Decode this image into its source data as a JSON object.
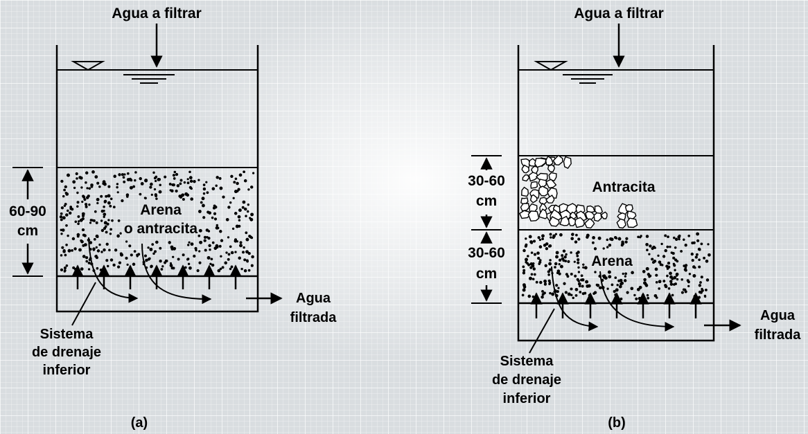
{
  "panel_a": {
    "inlet": "Agua a filtrar",
    "media": [
      "Arena",
      "o antracita"
    ],
    "depth": [
      "60-90",
      "cm"
    ],
    "underdrain": [
      "Sistema",
      "de drenaje",
      "inferior"
    ],
    "outlet": [
      "Agua",
      "filtrada"
    ],
    "caption": "(a)"
  },
  "panel_b": {
    "inlet": "Agua a filtrar",
    "anthracite": "Antracita",
    "sand": "Arena",
    "depth_top": [
      "30-60",
      "cm"
    ],
    "depth_bottom": [
      "30-60",
      "cm"
    ],
    "underdrain": [
      "Sistema",
      "de drenaje",
      "inferior"
    ],
    "outlet": [
      "Agua",
      "filtrada"
    ],
    "caption": "(b)"
  }
}
